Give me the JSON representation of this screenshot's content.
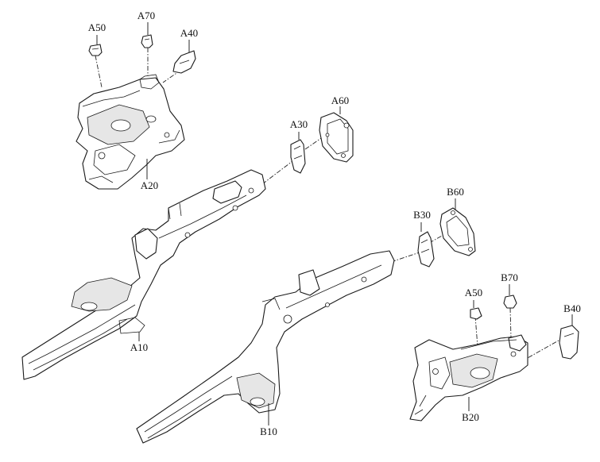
{
  "parts": [
    {
      "id": "A10",
      "label": "A10"
    },
    {
      "id": "A20",
      "label": "A20"
    },
    {
      "id": "A30",
      "label": "A30"
    },
    {
      "id": "A40",
      "label": "A40"
    },
    {
      "id": "A50",
      "label": "A50"
    },
    {
      "id": "A60",
      "label": "A60"
    },
    {
      "id": "A70",
      "label": "A70"
    },
    {
      "id": "B10",
      "label": "B10"
    },
    {
      "id": "B20",
      "label": "B20"
    },
    {
      "id": "B30",
      "label": "B30"
    },
    {
      "id": "B40",
      "label": "B40"
    },
    {
      "id": "B50",
      "label": "A50"
    },
    {
      "id": "B60",
      "label": "B60"
    },
    {
      "id": "B70",
      "label": "B70"
    }
  ]
}
